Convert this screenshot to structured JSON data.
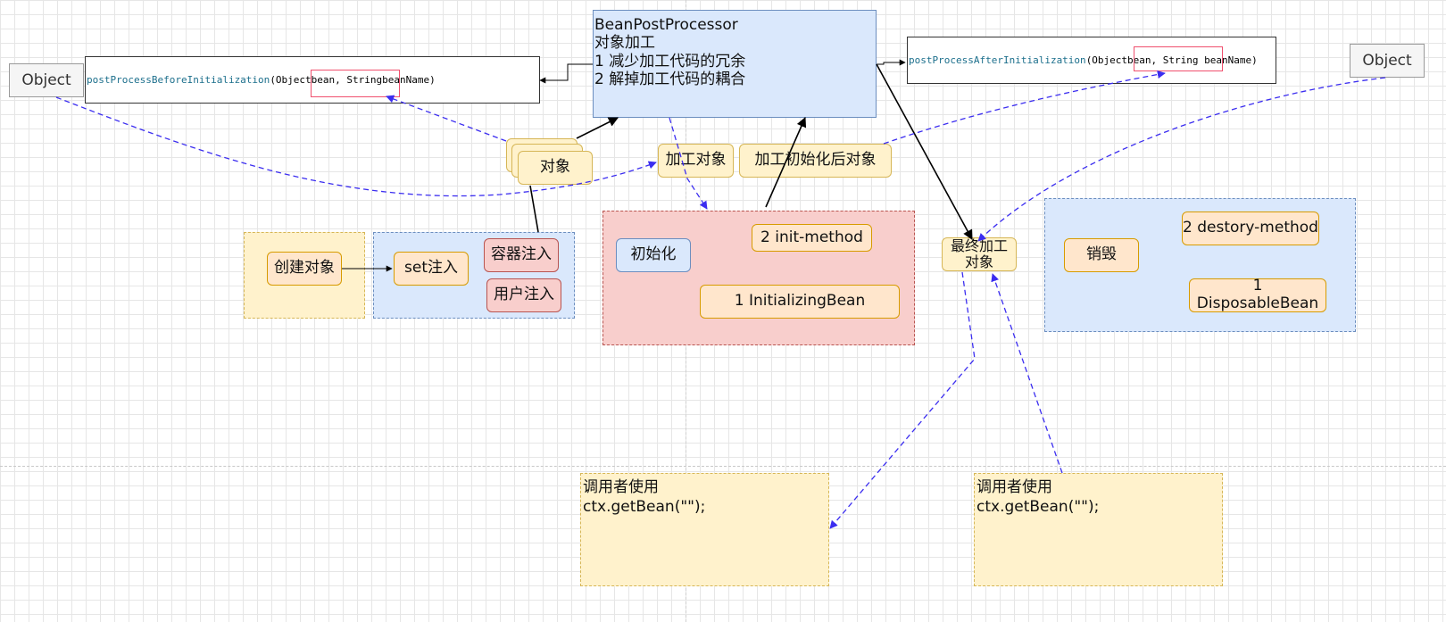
{
  "bpp": {
    "title": "BeanPostProcessor",
    "line1": "对象加工",
    "line2": "1 减少加工代码的冗余",
    "line3": "2 解掉加工代码的耦合"
  },
  "before_code": {
    "method": "postProcessBeforeInitialization",
    "params_a": "(Object ",
    "params_b": "bean, String ",
    "params_c": "beanName)"
  },
  "after_code": {
    "method": "postProcessAfterInitialization",
    "params_a": "(Object ",
    "params_b": "bean, String b",
    "params_c": "eanName)"
  },
  "object_left": "Object",
  "object_right": "Object",
  "object_stack": "对象",
  "process_object": "加工对象",
  "process_after_init": "加工初始化后对象",
  "create_object": "创建对象",
  "set_inject": "set注入",
  "container_inject": "容器注入",
  "user_inject": "用户注入",
  "init_label": "初始化",
  "init_method": "2 init-method",
  "initializing_bean": "1 InitializingBean",
  "final_object": "最终加工\n对象",
  "destroy_label": "销毁",
  "destroy_method": "2 destory-method",
  "disposable_bean": "1 DisposableBean",
  "caller_left": {
    "line1": "调用者使用",
    "line2": "ctx.getBean(\"\");"
  },
  "caller_right": {
    "line1": "调用者使用",
    "line2": "ctx.getBean(\"\");"
  },
  "colors": {
    "blue_fill": "#dae8fc",
    "yellow_fill": "#fff2cc",
    "red_fill": "#f8cecc",
    "orange_fill": "#ffe6cc",
    "arrow_dashed": "#3b2df0"
  }
}
